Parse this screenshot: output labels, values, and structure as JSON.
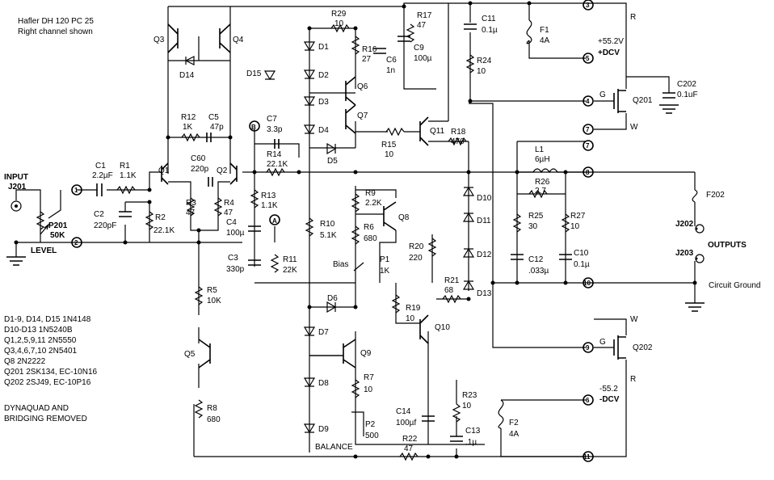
{
  "header": {
    "title": "Hafler DH 120 PC 25",
    "subtitle": "Right channel shown"
  },
  "notes": {
    "parts": [
      "D1-9, D14, D15 1N4148",
      "D10-D13 1N5240B",
      "Q1,2,5,9,11 2N5550",
      "Q3,4,6,7,10 2N5401",
      "Q8 2N2222",
      "Q201 2SK134, EC-10N16",
      "Q202 2SJ49, EC-10P16"
    ],
    "remark": [
      "DYNAQUAD AND",
      "BRIDGING REMOVED"
    ]
  },
  "labels": {
    "input": [
      "INPUT",
      "J201"
    ],
    "pot_level": [
      "P201",
      "50K"
    ],
    "level": "LEVEL",
    "outputs": "OUTPUTS",
    "j202": "J202",
    "j203": "J203",
    "circuit_ground": "Circuit Ground",
    "supply_pos": [
      "+55.2V",
      "+DCV"
    ],
    "supply_neg": [
      "-55.2",
      "-DCV"
    ],
    "bias": "Bias",
    "balance": "BALANCE",
    "node_a": "A",
    "node_b": "B"
  },
  "terminals": [
    "1",
    "2",
    "3",
    "4",
    "5",
    "6",
    "7",
    "7",
    "8",
    "9",
    "10",
    "11"
  ],
  "pins": {
    "r": "R",
    "g": "G",
    "w": "W"
  },
  "transistors": [
    "Q1",
    "Q2",
    "Q3",
    "Q4",
    "Q5",
    "Q6",
    "Q7",
    "Q8",
    "Q9",
    "Q10",
    "Q11",
    "Q201",
    "Q202"
  ],
  "diodes": [
    "D1",
    "D2",
    "D3",
    "D4",
    "D5",
    "D6",
    "D7",
    "D8",
    "D9",
    "D10",
    "D11",
    "D12",
    "D13",
    "D14",
    "D15"
  ],
  "fuses": [
    {
      "ref": "F1",
      "value": "4A"
    },
    {
      "ref": "F2",
      "value": "4A"
    },
    {
      "ref": "F202",
      "value": ""
    }
  ],
  "resistors": [
    {
      "ref": "R1",
      "value": "1.1K"
    },
    {
      "ref": "R2",
      "value": "22.1K"
    },
    {
      "ref": "R3",
      "value": "47"
    },
    {
      "ref": "R4",
      "value": "47"
    },
    {
      "ref": "R5",
      "value": "10K"
    },
    {
      "ref": "R6",
      "value": "680"
    },
    {
      "ref": "R7",
      "value": "10"
    },
    {
      "ref": "R8",
      "value": "680"
    },
    {
      "ref": "R9",
      "value": "2.2K"
    },
    {
      "ref": "R10",
      "value": "5.1K"
    },
    {
      "ref": "R11",
      "value": "22K"
    },
    {
      "ref": "R12",
      "value": "1K"
    },
    {
      "ref": "R13",
      "value": "1.1K"
    },
    {
      "ref": "R14",
      "value": "22.1K"
    },
    {
      "ref": "R15",
      "value": "10"
    },
    {
      "ref": "R16",
      "value": "27"
    },
    {
      "ref": "R17",
      "value": "47"
    },
    {
      "ref": "R18",
      "value": "470"
    },
    {
      "ref": "R19",
      "value": "10"
    },
    {
      "ref": "R20",
      "value": "220"
    },
    {
      "ref": "R21",
      "value": "68"
    },
    {
      "ref": "R22",
      "value": "47"
    },
    {
      "ref": "R23",
      "value": "10"
    },
    {
      "ref": "R24",
      "value": "10"
    },
    {
      "ref": "R25",
      "value": "30"
    },
    {
      "ref": "R26",
      "value": "2.7"
    },
    {
      "ref": "R27",
      "value": "10"
    },
    {
      "ref": "R29",
      "value": "10"
    }
  ],
  "capacitors": [
    {
      "ref": "C1",
      "value": "2.2µF"
    },
    {
      "ref": "C2",
      "value": "220pF"
    },
    {
      "ref": "C3",
      "value": "330p"
    },
    {
      "ref": "C4",
      "value": "100µ"
    },
    {
      "ref": "C5",
      "value": "47p"
    },
    {
      "ref": "C6",
      "value": "1n"
    },
    {
      "ref": "C7",
      "value": "3.3p"
    },
    {
      "ref": "C9",
      "value": "100µ"
    },
    {
      "ref": "C10",
      "value": "0.1µ"
    },
    {
      "ref": "C11",
      "value": "0.1µ"
    },
    {
      "ref": "C12",
      "value": ".033µ"
    },
    {
      "ref": "C13",
      "value": ".1µ"
    },
    {
      "ref": "C14",
      "value": "100µf"
    },
    {
      "ref": "C60",
      "value": "220p"
    },
    {
      "ref": "C202",
      "value": "0.1uF"
    }
  ],
  "potentiometers": [
    {
      "ref": "P1",
      "value": "1K"
    },
    {
      "ref": "P2",
      "value": "500"
    }
  ],
  "inductors": [
    {
      "ref": "L1",
      "value": "6µH"
    }
  ]
}
